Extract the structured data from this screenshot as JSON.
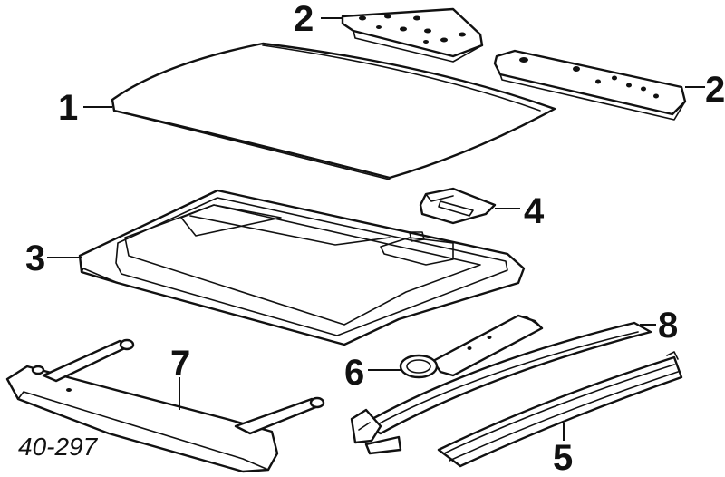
{
  "diagram": {
    "reference_code": "40-297",
    "callouts": {
      "roof_panel": "1",
      "reinforcement_rear": "2",
      "reinforcement_front": "2",
      "sunroof_frame": "3",
      "bracket": "4",
      "side_rail_outer": "5",
      "drain_tube": "6",
      "cross_rail_assembly": "7",
      "side_rail_inner": "8"
    }
  }
}
